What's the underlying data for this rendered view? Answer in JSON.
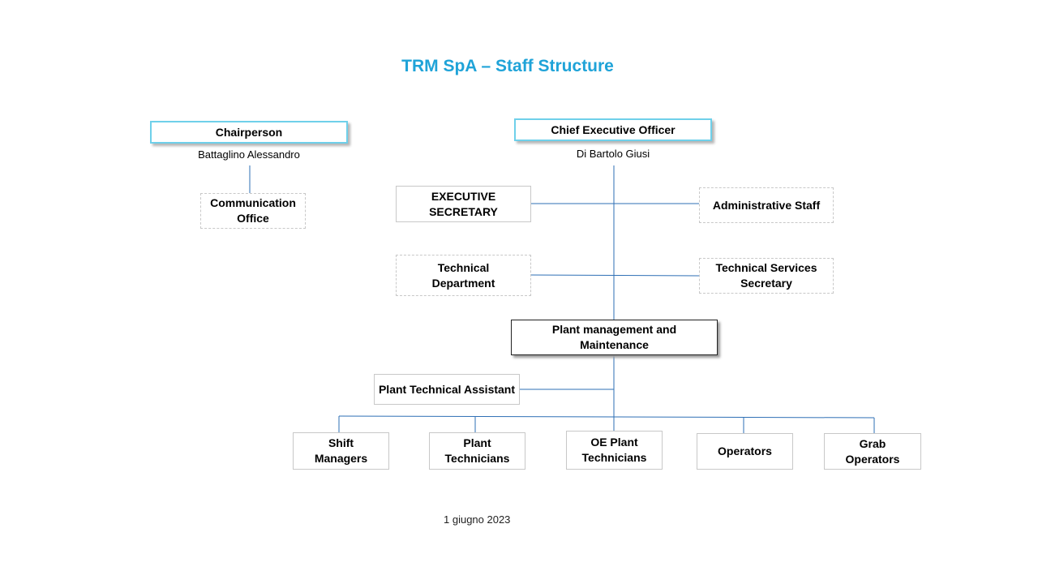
{
  "title": "TRM SpA – Staff Structure",
  "chair": {
    "role": "Chairperson",
    "name": "Battaglino Alessandro",
    "communication": "Communication Office"
  },
  "ceo": {
    "role": "Chief Executive Officer",
    "name": "Di Bartolo Giusi"
  },
  "staff": {
    "executive_secretary": "EXECUTIVE SECRETARY",
    "administrative_staff": "Administrative Staff",
    "technical_department": "Technical Department",
    "technical_services_secretary": "Technical Services Secretary"
  },
  "plant": {
    "management": "Plant management and Maintenance",
    "technical_assistant": "Plant Technical Assistant"
  },
  "teams": [
    "Shift Managers",
    "Plant Technicians",
    "OE Plant Technicians",
    "Operators",
    "Grab Operators"
  ],
  "date": "1 giugno 2023",
  "colors": {
    "title": "#1fa3d8",
    "connector": "#2e6fb5",
    "head_border": "#6fd0ea"
  }
}
